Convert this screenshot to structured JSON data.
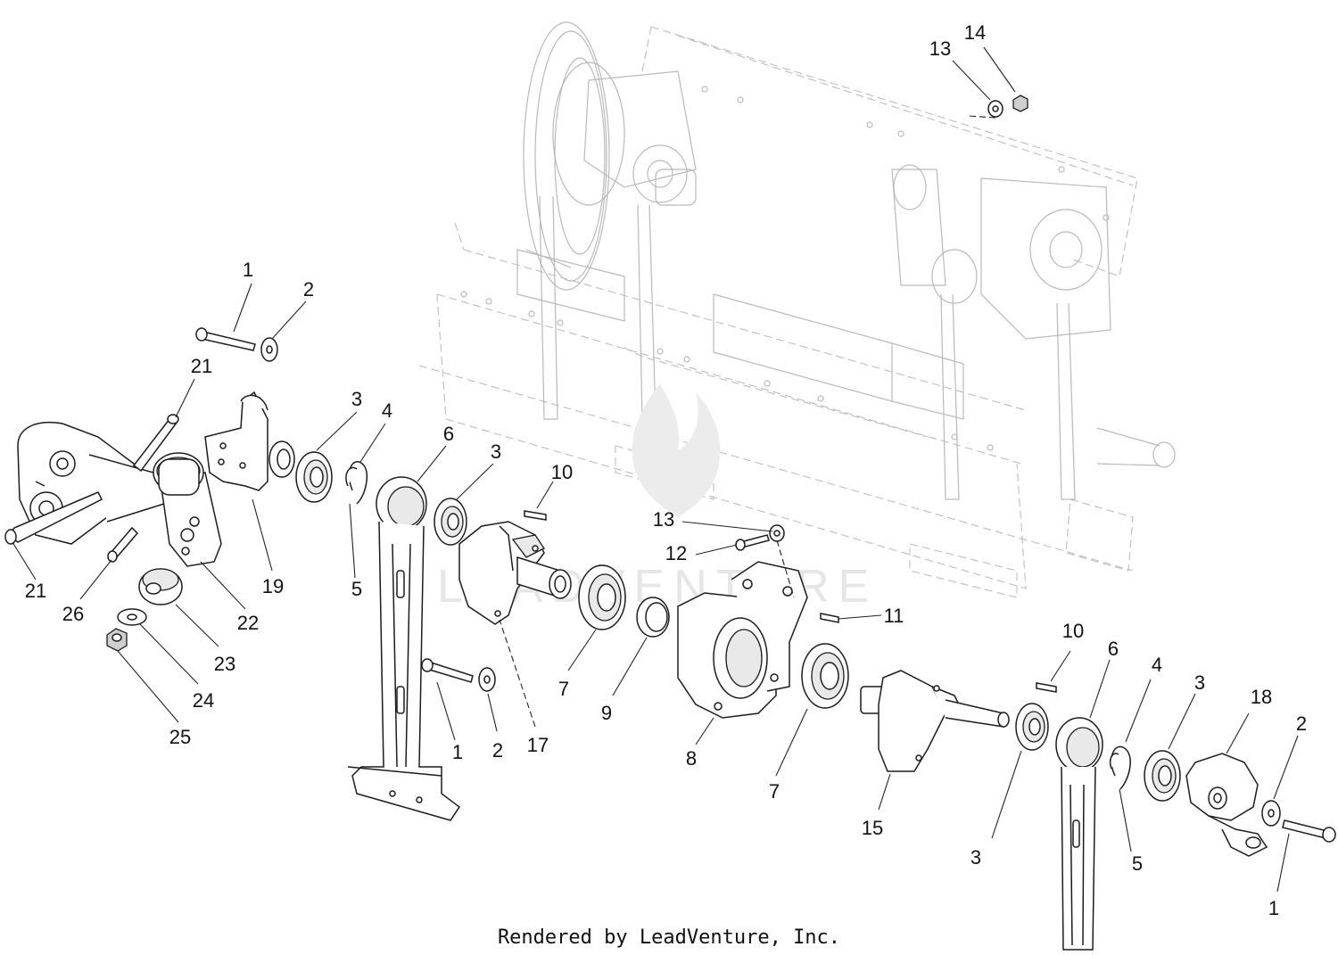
{
  "diagram": {
    "callouts": [
      {
        "label": "1"
      },
      {
        "label": "2"
      },
      {
        "label": "21"
      },
      {
        "label": "21"
      },
      {
        "label": "3"
      },
      {
        "label": "4"
      },
      {
        "label": "6"
      },
      {
        "label": "3"
      },
      {
        "label": "10"
      },
      {
        "label": "13"
      },
      {
        "label": "12"
      },
      {
        "label": "11"
      },
      {
        "label": "19"
      },
      {
        "label": "5"
      },
      {
        "label": "26"
      },
      {
        "label": "22"
      },
      {
        "label": "23"
      },
      {
        "label": "24"
      },
      {
        "label": "25"
      },
      {
        "label": "1"
      },
      {
        "label": "2"
      },
      {
        "label": "17"
      },
      {
        "label": "7"
      },
      {
        "label": "9"
      },
      {
        "label": "8"
      },
      {
        "label": "7"
      },
      {
        "label": "15"
      },
      {
        "label": "10"
      },
      {
        "label": "6"
      },
      {
        "label": "4"
      },
      {
        "label": "3"
      },
      {
        "label": "18"
      },
      {
        "label": "2"
      },
      {
        "label": "3"
      },
      {
        "label": "5"
      },
      {
        "label": "1"
      },
      {
        "label": "13"
      },
      {
        "label": "14"
      }
    ],
    "footer": "Rendered by LeadVenture, Inc.",
    "watermark": "LEADVENTURE"
  }
}
